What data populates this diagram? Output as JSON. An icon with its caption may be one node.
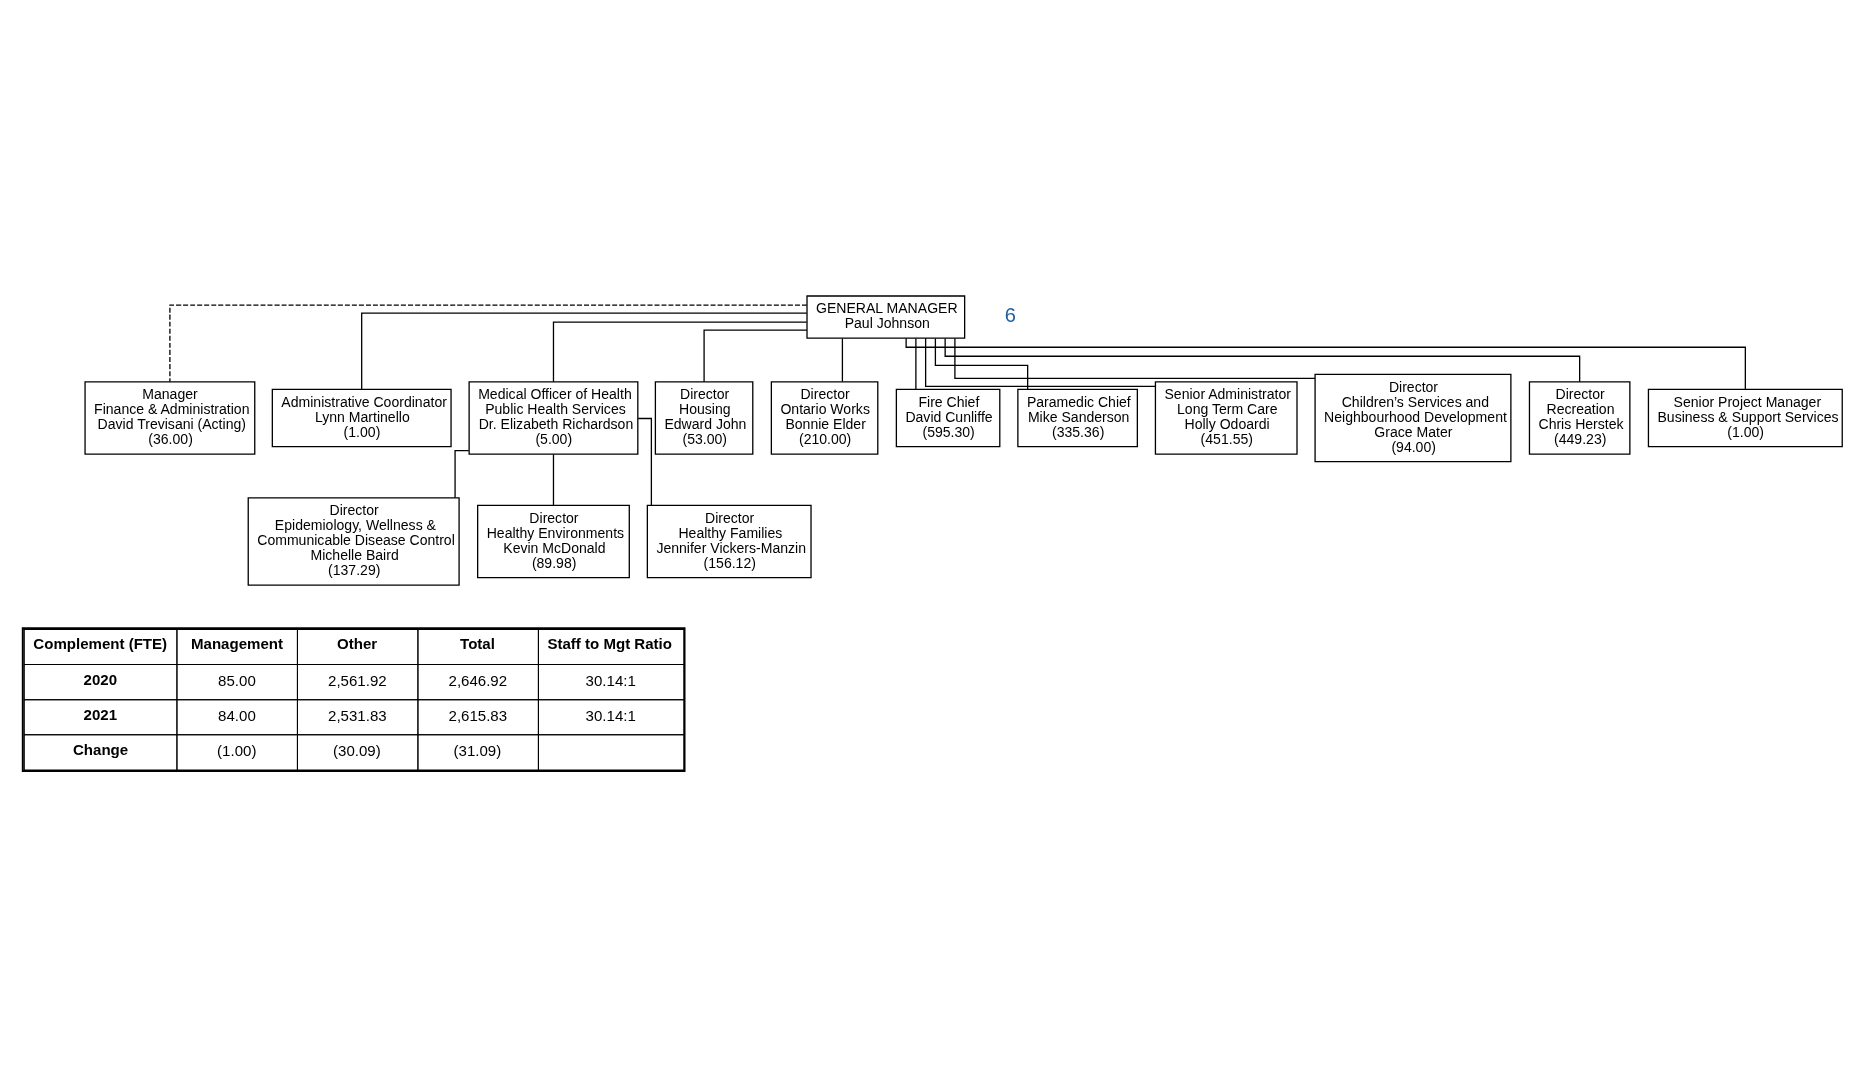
{
  "diagram": {
    "nodes": [
      {
        "text": [
          "GENERAL MANAGER",
          "Paul Johnson"
        ]
      },
      {
        "text": [
          "Manager",
          "Finance & Administration",
          "David Trevisani (Acting)",
          "(36.00)"
        ]
      },
      {
        "text": [
          "Administrative Coordinator",
          "Lynn Martinello",
          "(1.00)"
        ]
      },
      {
        "text": [
          "Senior Project Manager",
          "Business & Support Services",
          "(1.00)"
        ]
      },
      {
        "text": [
          "Medical Officer of Health",
          "Public Health Services",
          "Dr. Elizabeth Richardson",
          "(5.00)"
        ]
      },
      {
        "text": [
          "Director",
          "Housing",
          "Edward John",
          "(53.00)"
        ]
      },
      {
        "text": [
          "Director",
          "Ontario Works",
          "Bonnie Elder",
          "(210.00)"
        ]
      },
      {
        "text": [
          "Fire Chief",
          "David Cunliffe",
          "(595.30)"
        ]
      },
      {
        "text": [
          "Paramedic Chief",
          "Mike Sanderson",
          "(335.36)"
        ]
      },
      {
        "text": [
          "Senior Administrator",
          "Long Term Care",
          "Holly Odoardi",
          "(451.55)"
        ]
      },
      {
        "text": [
          "Director",
          "Epidemiology, Wellness & Communicable Disease Control",
          "Michelle Baird",
          "(137.29)"
        ]
      },
      {
        "text": [
          "Director",
          "Children’s Services and Neighbourhood Development",
          "Grace Mater",
          "(94.00)"
        ]
      },
      {
        "text": [
          "Director",
          "Recreation",
          "Chris Herstek",
          "(449.23)"
        ]
      },
      {
        "text": [
          "Director",
          "Healthy Environments",
          "Kevin McDonald",
          "(89.98)"
        ]
      },
      {
        "text": [
          "Director",
          "Healthy Families",
          "Jennifer Vickers-Manzin",
          "(156.12)"
        ]
      }
    ],
    "edges": [
      {
        "from": 0,
        "to": 1,
        "arrow": "none",
        "style": "dashed"
      },
      {
        "from": 0,
        "to": 2,
        "arrow": "none"
      },
      {
        "from": 3,
        "to": 0,
        "arrow": "none"
      },
      {
        "from": 0,
        "to": 4,
        "arrow": "none"
      },
      {
        "from": 0,
        "to": 5,
        "arrow": "none"
      },
      {
        "from": 0,
        "to": 11,
        "arrow": "none"
      },
      {
        "from": 0,
        "to": 6,
        "arrow": "none"
      },
      {
        "from": 0,
        "to": 12,
        "arrow": "none"
      },
      {
        "from": 0,
        "to": 7,
        "arrow": "none"
      },
      {
        "from": 0,
        "to": 8,
        "arrow": "none"
      },
      {
        "from": 0,
        "to": 9,
        "arrow": "none"
      },
      {
        "from": 4,
        "to": 10,
        "arrow": "none"
      },
      {
        "from": 4,
        "to": 13,
        "arrow": "none"
      },
      {
        "from": 4,
        "to": 14,
        "arrow": "none"
      }
    ],
    "labels": [
      "Complement (FTE)",
      "Management",
      "Other",
      "Total",
      "Staff to Mgt Ratio",
      "2020",
      "85.00",
      "2,561.92",
      "2,646.92",
      "30.14:1",
      "2021",
      "84.00",
      "2,531.83",
      "2,615.83",
      "30.14:1",
      "Change",
      "(1.00)",
      "(30.09)",
      "(31.09)",
      "6"
    ]
  }
}
